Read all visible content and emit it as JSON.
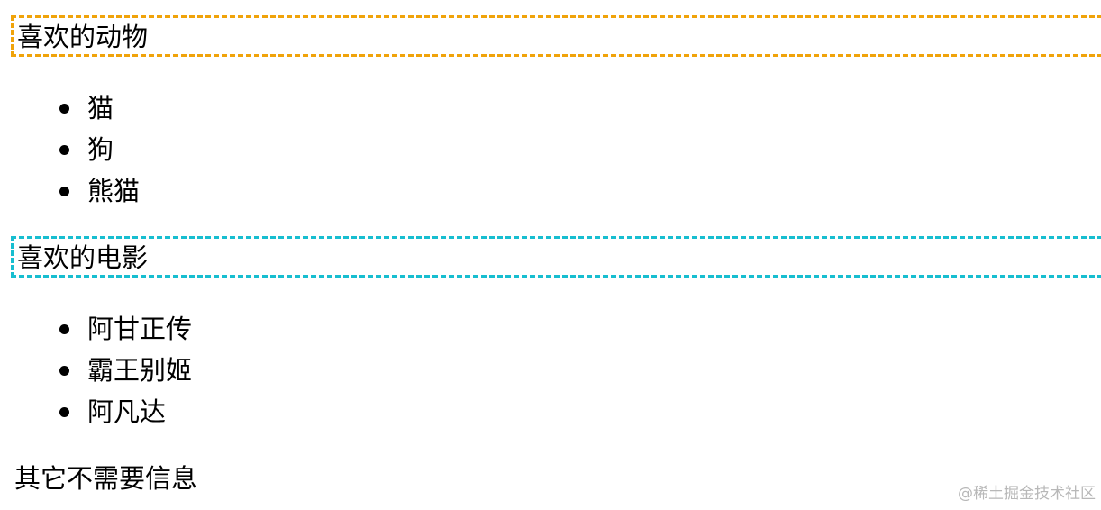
{
  "sections": [
    {
      "heading": "喜欢的动物",
      "border_color": "#f0a30a",
      "items": [
        "猫",
        "狗",
        "熊猫"
      ]
    },
    {
      "heading": "喜欢的电影",
      "border_color": "#17bed0",
      "items": [
        "阿甘正传",
        "霸王别姬",
        "阿凡达"
      ]
    }
  ],
  "footer": {
    "text": "其它不需要信息"
  },
  "watermark": {
    "text": "@稀土掘金技术社区"
  }
}
